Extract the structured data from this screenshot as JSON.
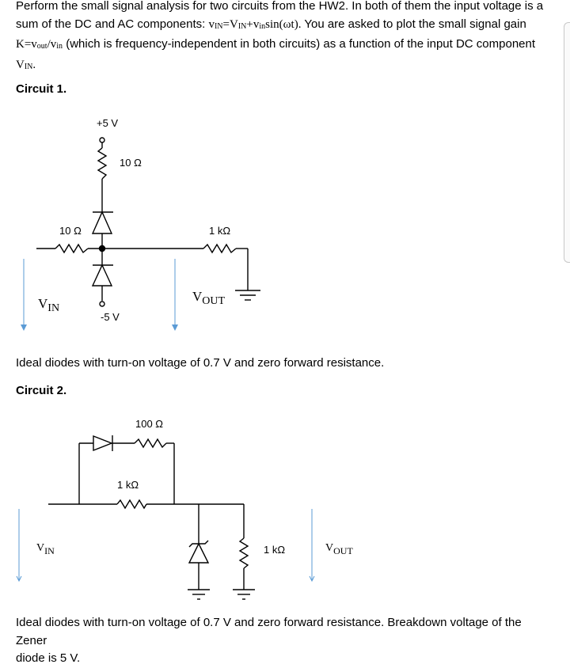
{
  "intro": {
    "line1": "Perform the small signal analysis for two circuits from the HW2. In both of them the input voltage is a",
    "line2_a": "sum of the DC and AC components: ",
    "line2_eq": {
      "v1": "v",
      "v1_sub": "IN",
      "eq": "=",
      "V2": "V",
      "V2_sub": "IN",
      "plus": "+",
      "v3": "v",
      "v3_sub": "in",
      "sin": "sin(ωt)."
    },
    "line2_b": " You are asked to plot the small signal gain",
    "line3_eq": {
      "K": "K=v",
      "out_sub": "out",
      "slash": "/v",
      "in_sub": "in"
    },
    "line3_b": " (which is frequency-independent in both circuits) as a function of the input DC component",
    "line4": {
      "V": "V",
      "sub": "IN",
      "end": "."
    }
  },
  "circuit1": {
    "heading": "Circuit 1.",
    "supply_pos": "+5 V",
    "supply_neg": "-5 V",
    "r_top": "10 Ω",
    "r_in": "10 Ω",
    "r_out": "1 kΩ",
    "vin": {
      "main": "V",
      "sub": "IN"
    },
    "vout": {
      "main": "V",
      "sub": "OUT"
    },
    "note": "Ideal diodes with turn-on voltage of 0.7 V and zero forward resistance."
  },
  "circuit2": {
    "heading": "Circuit 2.",
    "r_diode": "100 Ω",
    "r_series": "1 kΩ",
    "r_load": "1 kΩ",
    "vin": {
      "main": "V",
      "sub": "IN"
    },
    "vout": {
      "main": "V",
      "sub": "OUT"
    },
    "note_line1": "Ideal diodes with turn-on voltage of 0.7 V and zero forward resistance. Breakdown voltage of the Zener",
    "note_line2": "diode is 5 V."
  },
  "colors": {
    "arrow": "#5b9bd5",
    "wire": "#000000"
  }
}
